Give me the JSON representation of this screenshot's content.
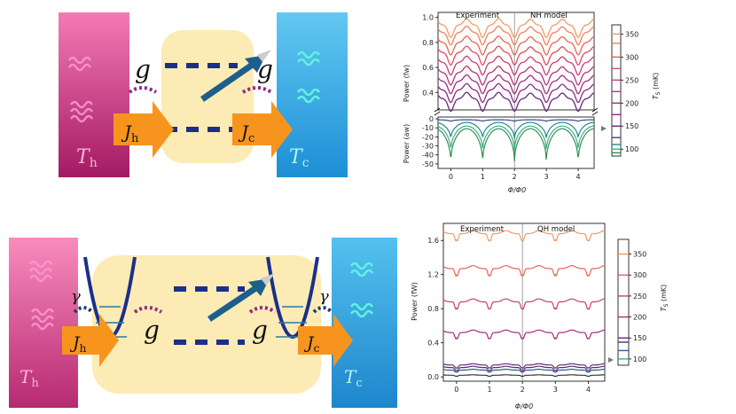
{
  "colors": {
    "hot_bath_top": "#f47ab4",
    "hot_bath_bottom": "#a31a64",
    "cold_bath_top": "#62c8f2",
    "cold_bath_bottom": "#1d8fd6",
    "cavity": "#fcebb4",
    "arrow_orange": "#f7941d",
    "dash_navy": "#1b2f8a",
    "dotted_purple": "#8e2b86",
    "dotted_navy": "#1d3c78",
    "drive_arrow": "#1d5f8c",
    "cold_wave": "#5ff2e0",
    "hot_wave": "#ff9ad2"
  },
  "top_diagram": {
    "hot_bath_label": "T",
    "hot_bath_sub": "h",
    "cold_bath_label": "T",
    "cold_bath_sub": "c",
    "coupling_left": "g",
    "coupling_right": "g",
    "flux_in": "J",
    "flux_in_sub": "h",
    "flux_out": "J",
    "flux_out_sub": "c"
  },
  "bottom_diagram": {
    "hot_bath_label": "T",
    "hot_bath_sub": "h",
    "cold_bath_label": "T",
    "cold_bath_sub": "c",
    "damping_left": "γ",
    "damping_right": "γ",
    "coupling_left": "g",
    "coupling_right": "g",
    "flux_in": "J",
    "flux_in_sub": "h",
    "flux_out": "J",
    "flux_out_sub": "c"
  },
  "chart_data": [
    {
      "type": "line",
      "panel": "top",
      "xlabel": "Φ/Φ0",
      "x_ticks": [
        0,
        1,
        2,
        3,
        4
      ],
      "xlim": [
        -0.4,
        4.5
      ],
      "left_region_label": "Experiment",
      "right_region_label": "NH model",
      "divider_x": 2,
      "upper_axis": {
        "ylabel": "Power (fw)",
        "ylim": [
          0.26,
          1.04
        ],
        "ticks": [
          "0.4",
          "0.6",
          "0.8",
          "1.0"
        ]
      },
      "lower_axis": {
        "ylabel": "Power (aw)",
        "ylim": [
          -55,
          2
        ],
        "ticks": [
          "0",
          "-10",
          "-20",
          "-30",
          "-40",
          "-50"
        ]
      },
      "colorbar": {
        "label": "T",
        "label_sub": "S",
        "unit": "(mK)",
        "ticks": [
          "100",
          "150",
          "200",
          "250",
          "300",
          "350"
        ],
        "range": [
          85,
          370
        ]
      },
      "upper_series": [
        {
          "ts": 350,
          "base": 0.94,
          "dip": 0.1
        },
        {
          "ts": 330,
          "base": 0.88,
          "dip": 0.1
        },
        {
          "ts": 300,
          "base": 0.8,
          "dip": 0.1
        },
        {
          "ts": 275,
          "base": 0.72,
          "dip": 0.1
        },
        {
          "ts": 250,
          "base": 0.64,
          "dip": 0.1
        },
        {
          "ts": 225,
          "base": 0.56,
          "dip": 0.1
        },
        {
          "ts": 200,
          "base": 0.49,
          "dip": 0.1
        },
        {
          "ts": 175,
          "base": 0.42,
          "dip": 0.1
        },
        {
          "ts": 150,
          "base": 0.35,
          "dip": 0.1
        }
      ],
      "lower_series": [
        {
          "ts": 125,
          "base": -1,
          "dip": 2
        },
        {
          "ts": 110,
          "base": -4,
          "dip": 20
        },
        {
          "ts": 100,
          "base": -8,
          "dip": 30
        },
        {
          "ts": 92,
          "base": -11,
          "dip": 40
        }
      ]
    },
    {
      "type": "line",
      "panel": "bottom",
      "xlabel": "Φ/Φ0",
      "x_ticks": [
        0,
        1,
        2,
        3,
        4
      ],
      "xlim": [
        -0.4,
        4.5
      ],
      "left_region_label": "Experiment",
      "right_region_label": "QH model",
      "divider_x": 2,
      "ylabel": "Power (fW)",
      "ylim": [
        -0.05,
        1.8
      ],
      "y_ticks": [
        "0.0",
        "0.4",
        "0.8",
        "1.2",
        "1.6"
      ],
      "colorbar": {
        "label": "T",
        "label_sub": "S",
        "unit": "(mK)",
        "ticks": [
          "100",
          "150",
          "200",
          "250",
          "300",
          "350"
        ],
        "range": [
          85,
          385
        ]
      },
      "series": [
        {
          "ts": 350,
          "base": 1.68,
          "amp": 0.07
        },
        {
          "ts": 300,
          "base": 1.27,
          "amp": 0.07
        },
        {
          "ts": 250,
          "base": 0.88,
          "amp": 0.07
        },
        {
          "ts": 200,
          "base": 0.52,
          "amp": 0.06
        },
        {
          "ts": 150,
          "base": 0.14,
          "amp": 0.03
        },
        {
          "ts": 140,
          "base": 0.11,
          "amp": 0.03
        },
        {
          "ts": 120,
          "base": 0.08,
          "amp": 0.02
        },
        {
          "ts": 100,
          "base": 0.02,
          "amp": 0.01
        }
      ]
    }
  ]
}
